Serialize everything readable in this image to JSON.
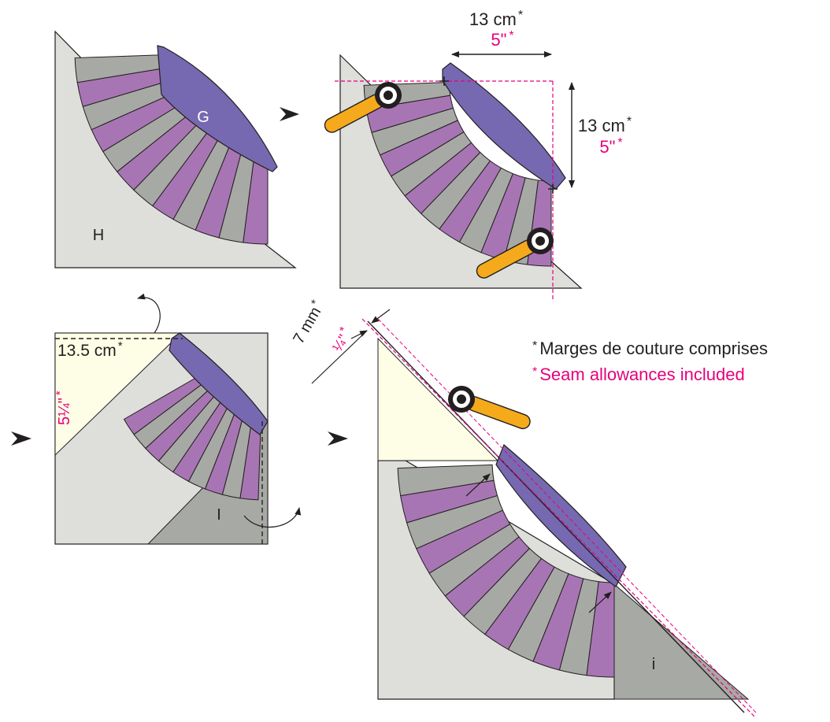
{
  "colors": {
    "purple": "#a875b4",
    "gray": "#a7a9a4",
    "light_gray": "#dededb",
    "cream": "#fefde6",
    "blue_purple": "#7669b1",
    "yellow": "#f5aa1c",
    "pink": "#e6007e",
    "black": "#231f20"
  },
  "icons": {
    "cutter": "rotary-cutter-icon",
    "arrow": "arrowhead-icon"
  },
  "panel1": {
    "label_g": "G",
    "label_h": "H"
  },
  "panel2": {
    "width_cm": "13 cm",
    "width_in": "5\"",
    "height_cm": "13 cm",
    "height_in": "5\"",
    "star": "*"
  },
  "panel3": {
    "dim_cm": "13.5 cm",
    "dim_in": "5¼\"",
    "star": "*",
    "label_i": "I"
  },
  "panel4": {
    "margin_mm": "7 mm",
    "margin_in": "¼\"",
    "star": "*",
    "label_i": "i"
  },
  "notes": {
    "star": "*",
    "fr": "Marges de couture comprises",
    "en": "Seam allowances included"
  }
}
